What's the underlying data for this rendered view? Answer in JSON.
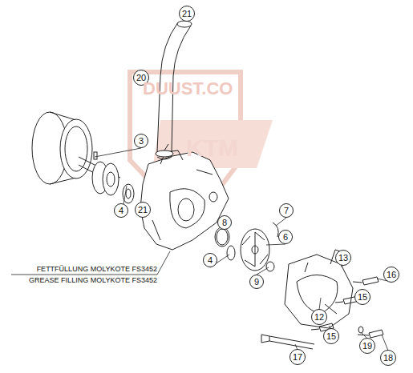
{
  "diagram": {
    "nodes": [
      {
        "text": [
          "21"
        ]
      },
      {
        "text": [
          "20"
        ]
      },
      {
        "text": [
          "3"
        ]
      },
      {
        "text": [
          "21"
        ]
      },
      {
        "text": [
          "4"
        ]
      },
      {
        "text": [
          "8"
        ]
      },
      {
        "text": [
          "7"
        ]
      },
      {
        "text": [
          "6"
        ]
      },
      {
        "text": [
          "13"
        ]
      },
      {
        "text": [
          "16"
        ]
      },
      {
        "text": [
          "4"
        ]
      },
      {
        "text": [
          "9"
        ]
      },
      {
        "text": [
          "15"
        ]
      },
      {
        "text": [
          "12"
        ]
      },
      {
        "text": [
          "15"
        ]
      },
      {
        "text": [
          "19"
        ]
      },
      {
        "text": [
          "18"
        ]
      },
      {
        "text": [
          "17"
        ]
      }
    ],
    "labels": [
      "DUUST.CO",
      "KTM",
      "FETTFÜLLUNG MOLYKOTE FS3452",
      "GREASE FILLING MOLYKOTE FS3452"
    ]
  }
}
